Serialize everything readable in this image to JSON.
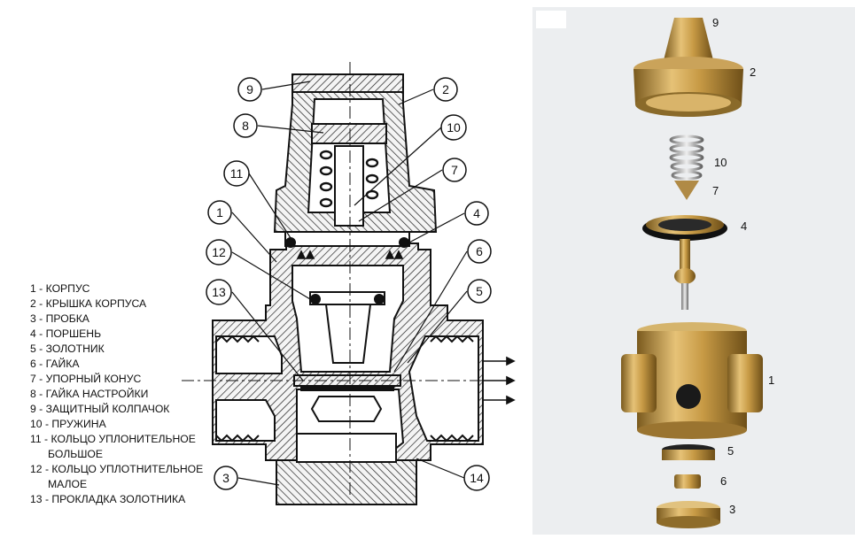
{
  "diagram": {
    "callouts": [
      "9",
      "2",
      "8",
      "10",
      "11",
      "7",
      "1",
      "4",
      "12",
      "6",
      "13",
      "5",
      "3",
      "14"
    ],
    "legend": [
      {
        "text": "1 - КОРПУС"
      },
      {
        "text": "2 - КРЫШКА КОРПУСА"
      },
      {
        "text": "3 - ПРОБКА"
      },
      {
        "text": "4 - ПОРШЕНЬ"
      },
      {
        "text": "5 - ЗОЛОТНИК"
      },
      {
        "text": "6 - ГАЙКА"
      },
      {
        "text": "7 - УПОРНЫЙ КОНУС"
      },
      {
        "text": "8 - ГАЙКА НАСТРОЙКИ"
      },
      {
        "text": "9 - ЗАЩИТНЫЙ КОЛПАЧОК"
      },
      {
        "text": "10 - ПРУЖИНА"
      },
      {
        "text": "11 - КОЛЬЦО УПЛОНИТЕЛЬНОЕ",
        "cont": "БОЛЬШОЕ"
      },
      {
        "text": "12 - КОЛЬЦО УПЛОТНИТЕЛЬНОЕ",
        "cont": "МАЛОЕ"
      },
      {
        "text": "13 - ПРОКЛАДКА ЗОЛОТНИКА"
      }
    ]
  },
  "photo": {
    "labels": [
      "9",
      "2",
      "10",
      "7",
      "4",
      "1",
      "5",
      "6",
      "3"
    ]
  }
}
